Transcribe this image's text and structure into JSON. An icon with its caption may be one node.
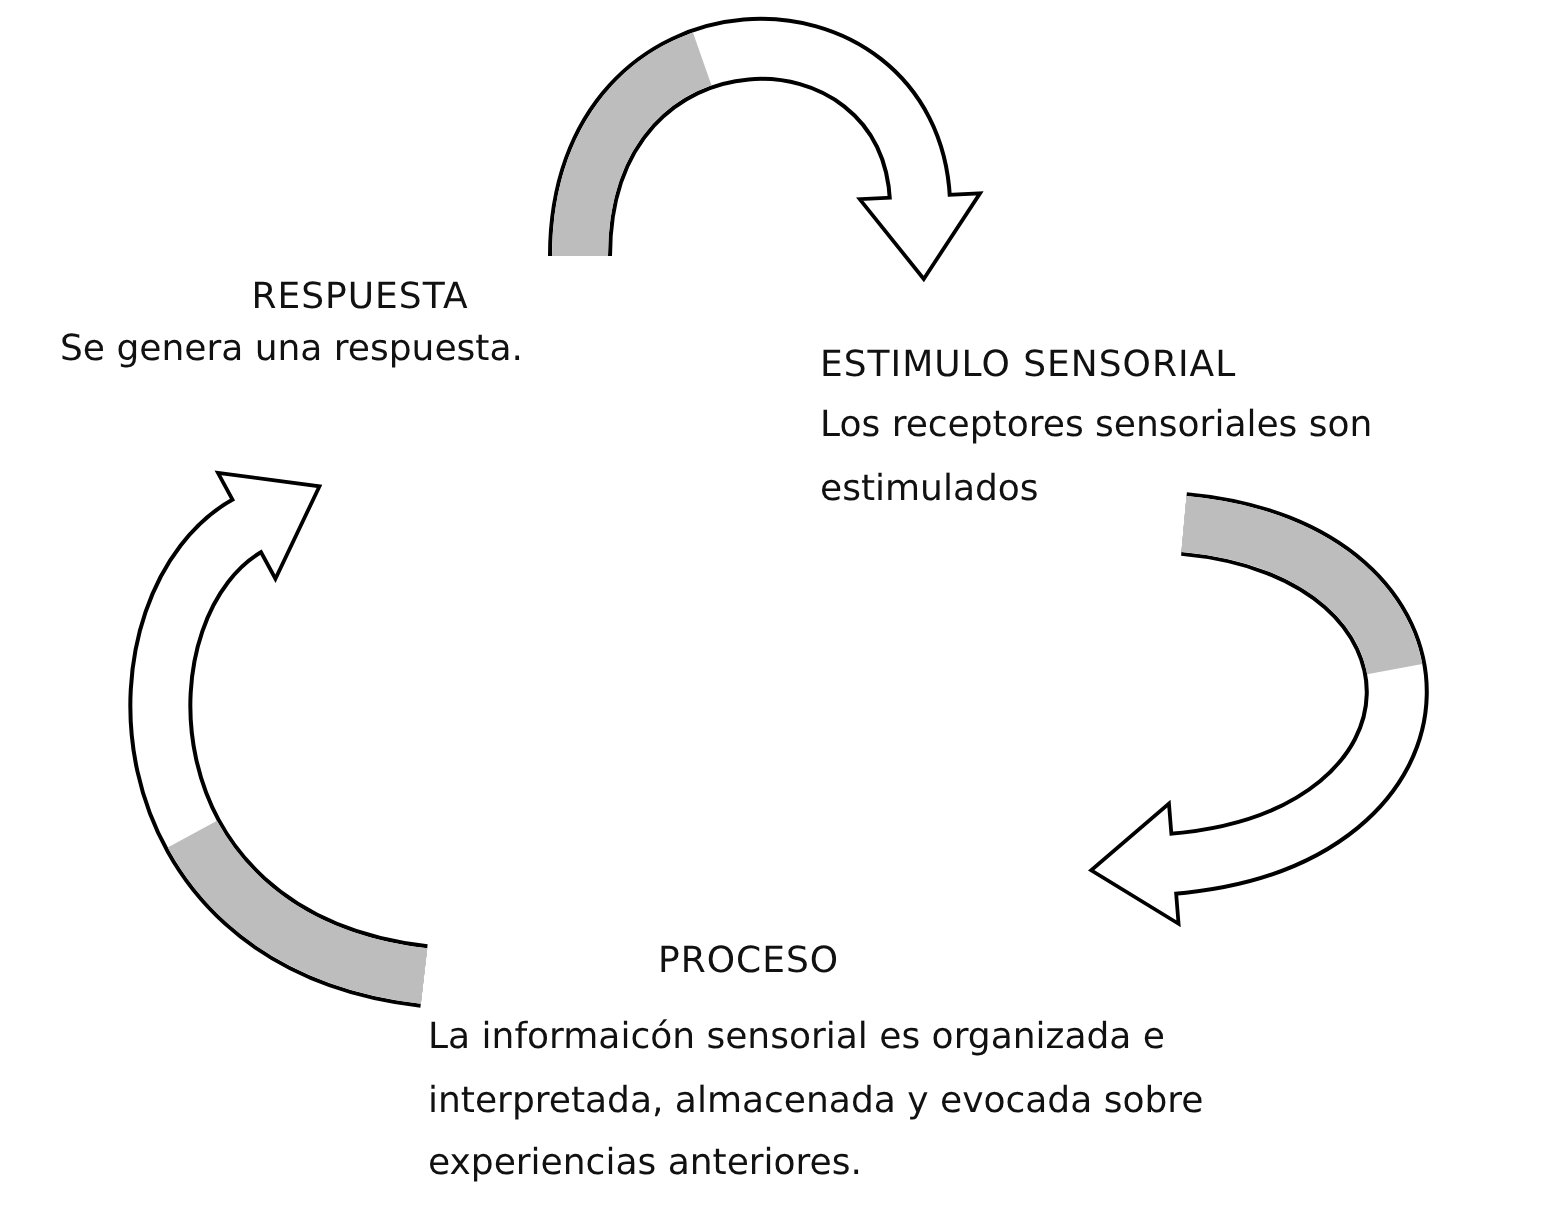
{
  "diagram": {
    "nodes": [
      {
        "text": [
          "RESPUESTA",
          "Se genera una respuesta."
        ]
      },
      {
        "text": [
          "ESTIMULO SENSORIAL",
          "Los receptores sensoriales son estimulados"
        ]
      },
      {
        "text": [
          "PROCESO",
          "La informaicón sensorial es organizada e interpretada, almacenada y evocada sobre experiencias anteriores."
        ]
      }
    ],
    "edges": [
      {
        "from": 0,
        "to": 1,
        "arrow": "to"
      },
      {
        "from": 1,
        "to": 2,
        "arrow": "to"
      },
      {
        "from": 2,
        "to": 0,
        "arrow": "to"
      }
    ]
  }
}
